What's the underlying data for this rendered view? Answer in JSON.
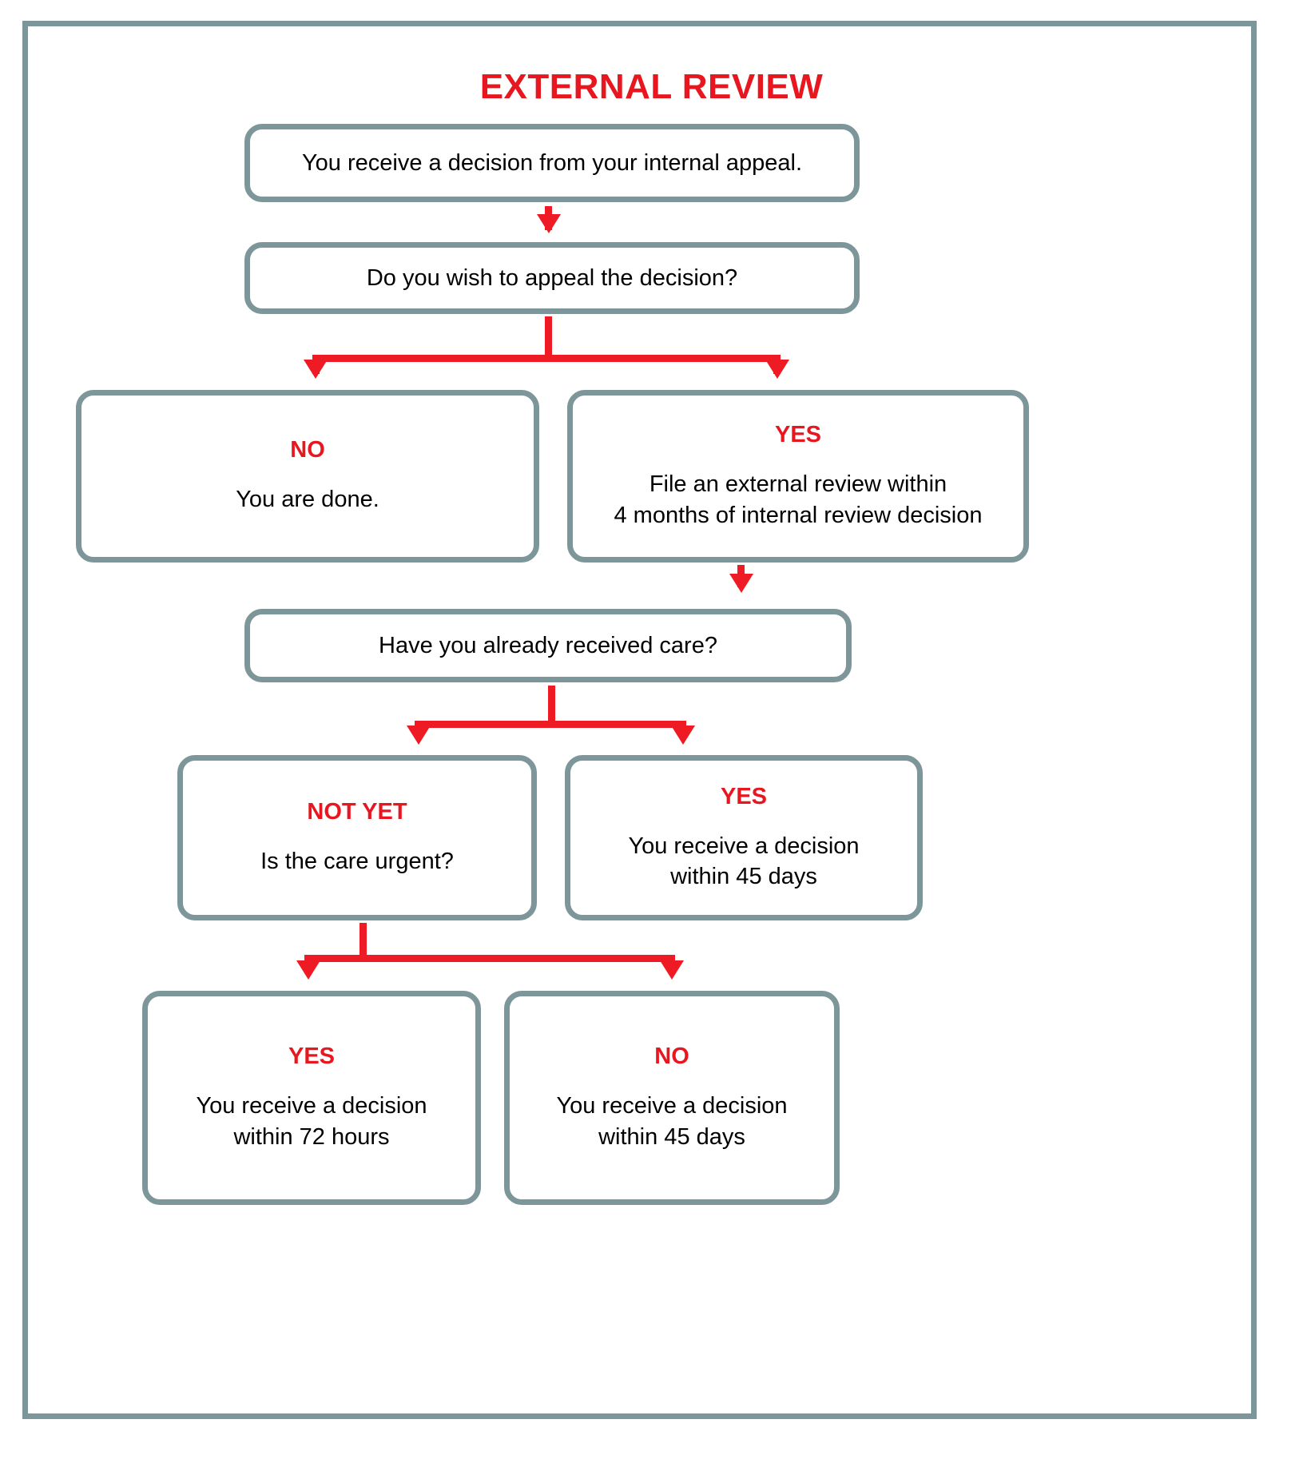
{
  "page": {
    "title": "EXTERNAL REVIEW",
    "border_color": "#7d9699",
    "accent_color": "#ee1b24",
    "text_color": "#000000",
    "background": "#ffffff"
  },
  "flow": {
    "nodes": [
      {
        "id": "start",
        "tag": "",
        "body": "You receive a decision from your internal appeal."
      },
      {
        "id": "appeal-question",
        "tag": "",
        "body": "Do you wish to appeal the decision?"
      },
      {
        "id": "appeal-no",
        "tag": "NO",
        "body": "You are done."
      },
      {
        "id": "appeal-yes",
        "tag": "YES",
        "body": "File an external review within\n4 months of internal review decision"
      },
      {
        "id": "care-question",
        "tag": "",
        "body": "Have you already received care?"
      },
      {
        "id": "care-not-yet",
        "tag": "NOT YET",
        "body": "Is the care urgent?"
      },
      {
        "id": "care-yes",
        "tag": "YES",
        "body": "You receive a decision\nwithin 45 days"
      },
      {
        "id": "urgent-yes",
        "tag": "YES",
        "body": "You receive a decision\nwithin 72 hours"
      },
      {
        "id": "urgent-no",
        "tag": "NO",
        "body": "You receive a decision\nwithin 45 days"
      }
    ],
    "connectors": [
      {
        "id": "start-to-appeal-question",
        "kind": "straight-down-arrow"
      },
      {
        "id": "appeal-question-split",
        "kind": "split-down-two-arrows"
      },
      {
        "id": "appeal-yes-to-care-question",
        "kind": "straight-down-arrow"
      },
      {
        "id": "care-question-split",
        "kind": "split-down-two-arrows"
      },
      {
        "id": "care-not-yet-split",
        "kind": "split-down-two-arrows"
      }
    ]
  }
}
